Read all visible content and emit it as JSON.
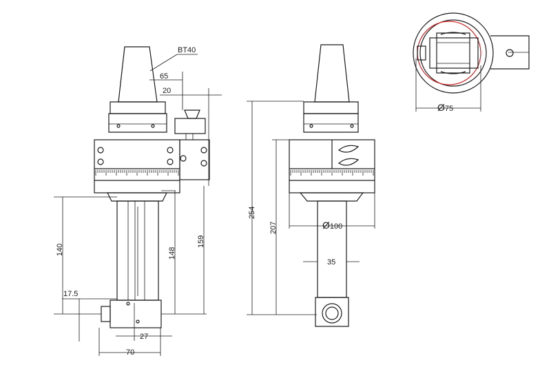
{
  "labels": {
    "taper": "BT40",
    "d65": "65",
    "d20": "20",
    "d140": "140",
    "d17_5": "17.5",
    "d148": "148",
    "d159": "159",
    "d27": "27",
    "d70": "70",
    "d254": "254",
    "d207": "207",
    "d100": "100",
    "d35": "35",
    "d75": "75",
    "diameter_symbol": "Ø"
  },
  "colors": {
    "line": "#1a1a1a",
    "accent": "#d42020"
  }
}
